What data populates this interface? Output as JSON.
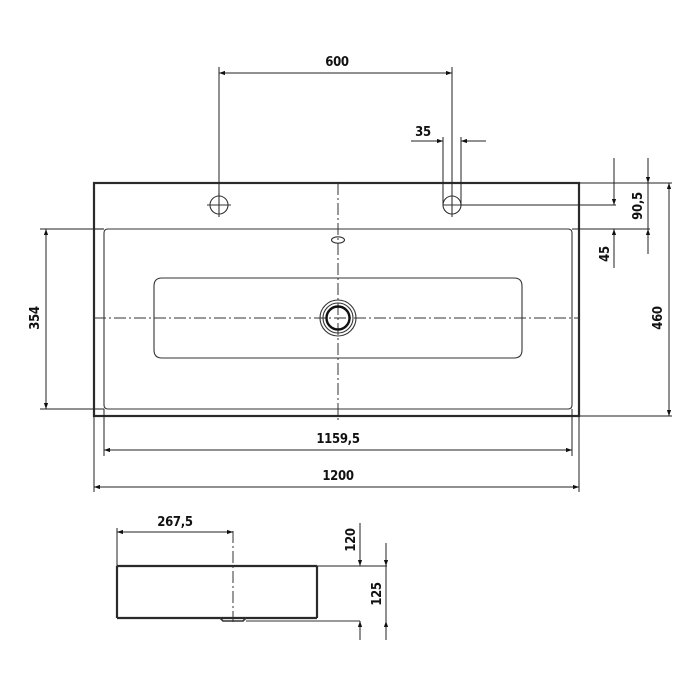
{
  "drawing": {
    "top_view": {
      "dimensions": {
        "tap_hole_spacing": "600",
        "slot_width": "35",
        "hole_to_edge": "90,5",
        "basin_offset": "45",
        "overall_depth": "460",
        "basin_depth": "354",
        "basin_width": "1159,5",
        "overall_width": "1200"
      }
    },
    "side_view": {
      "dimensions": {
        "drain_offset": "267,5",
        "rim_height": "120",
        "total_height": "125"
      }
    },
    "colors": {
      "line": "#2a2a2a",
      "background": "#ffffff"
    }
  }
}
